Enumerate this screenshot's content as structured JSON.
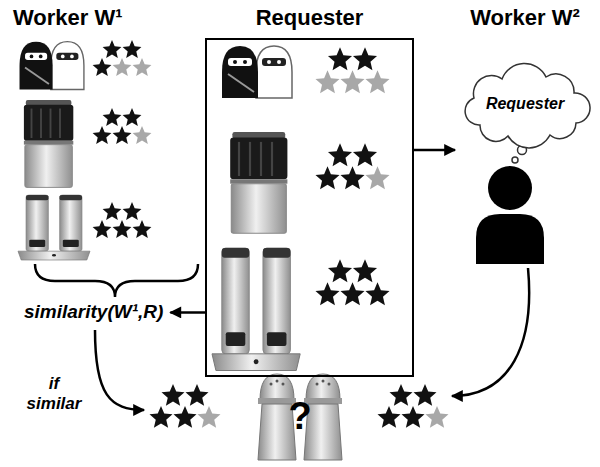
{
  "diagram": {
    "nodes": [
      {
        "text": [
          "Worker W¹"
        ]
      },
      {
        "text": [
          "Requester"
        ]
      },
      {
        "text": [
          "Worker W²"
        ]
      },
      {
        "text": [
          "Requester"
        ],
        "in": 2
      }
    ],
    "edges": [
      {
        "from": 1,
        "to": 2,
        "arrow": "to"
      }
    ],
    "labels": [
      "similarity(W¹,R)",
      "if similar",
      "?"
    ]
  }
}
